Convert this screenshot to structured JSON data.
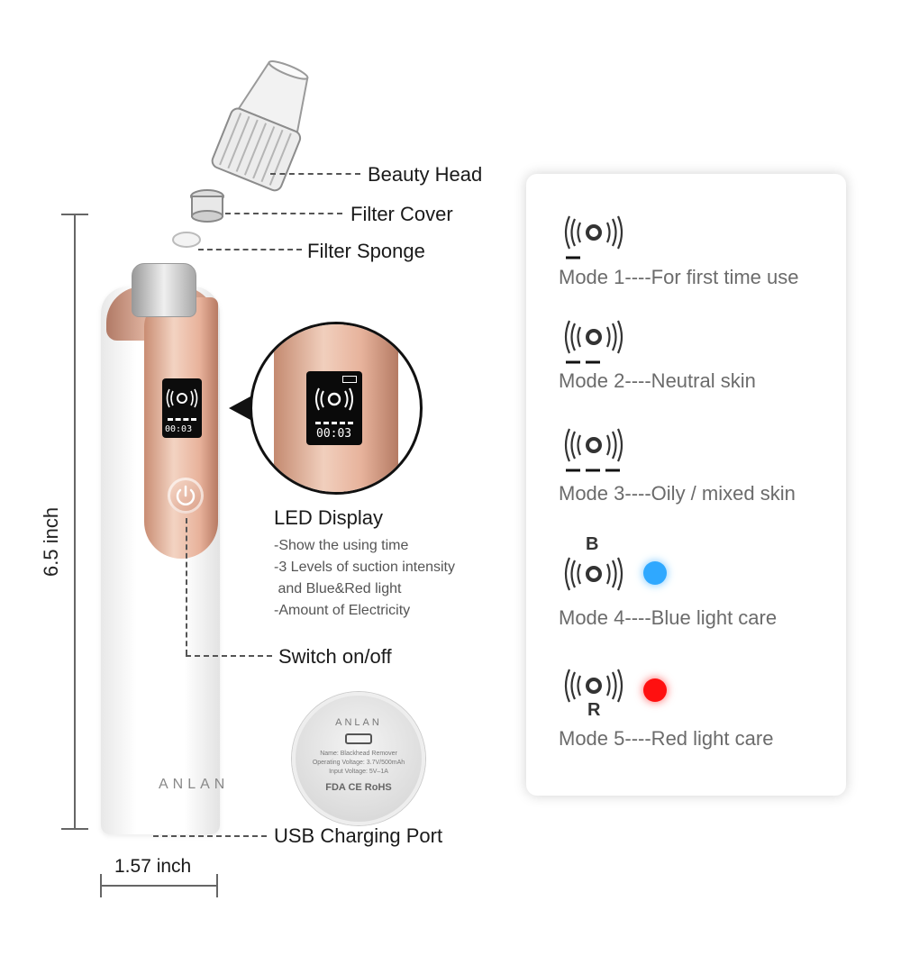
{
  "labels": {
    "beauty_head": "Beauty Head",
    "filter_cover": "Filter Cover",
    "filter_sponge": "Filter Sponge",
    "switch": "Switch on/off",
    "usb_port": "USB Charging Port"
  },
  "dimensions": {
    "height": "6.5 inch",
    "width": "1.57 inch"
  },
  "led_display": {
    "title": "LED Display",
    "lines": [
      "-Show the using time",
      "-3 Levels of suction intensity",
      " and Blue&Red light",
      "-Amount of Electricity"
    ]
  },
  "device": {
    "brand": "ANLAN",
    "timer": "00:03"
  },
  "charging_disc": {
    "brand": "ANLAN",
    "line1": "Name: Blackhead Remover",
    "line2": "Operating Voltage: 3.7V/500mAh",
    "line3": "Input Voltage: 5V–1A",
    "certs": "FDA CE RoHS"
  },
  "modes": [
    {
      "label": "Mode 1----For first time use",
      "level": 1
    },
    {
      "label": "Mode 2----Neutral skin",
      "level": 2
    },
    {
      "label": "Mode 3----Oily / mixed skin",
      "level": 3
    },
    {
      "label": "Mode 4----Blue light care",
      "letter": "B",
      "light_color": "#2fa8ff"
    },
    {
      "label": "Mode 5----Red light care",
      "letter": "R",
      "light_color": "#ff1010"
    }
  ],
  "colors": {
    "rose_gold": "#e8b29b",
    "blue_light": "#2fa8ff",
    "red_light": "#ff1010"
  }
}
